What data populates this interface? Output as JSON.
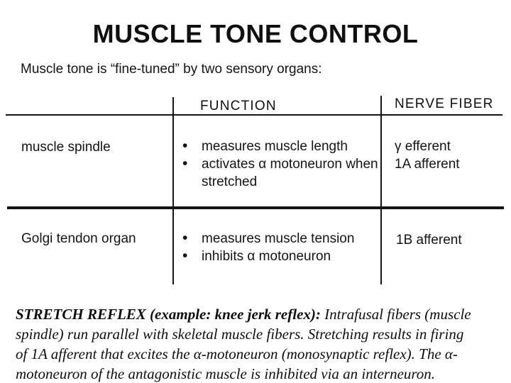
{
  "page": {
    "title": "MUSCLE TONE CONTROL",
    "subtitle": "Muscle tone is “fine-tuned” by two sensory organs:"
  },
  "table": {
    "headers": {
      "function": "FUNCTION",
      "nerve_fiber": "NERVE FIBER"
    },
    "rows": [
      {
        "organ": "muscle spindle",
        "functions": [
          "measures muscle length",
          "activates α motoneuron when stretched"
        ],
        "fibers": [
          "γ efferent",
          "1A afferent"
        ]
      },
      {
        "organ": "Golgi tendon organ",
        "functions": [
          "measures muscle tension",
          "inhibits α motoneuron"
        ],
        "fibers": [
          "1B afferent"
        ]
      }
    ]
  },
  "note": {
    "lines": [
      {
        "bold": "STRETCH REFLEX (example: knee jerk reflex):",
        "rest": " Intrafusal fibers (muscle"
      },
      {
        "text": "spindle) run parallel with skeletal muscle fibers. Stretching results in firing"
      },
      {
        "text": "of 1A afferent that excites the α-motoneuron (monosynaptic reflex). The α-"
      },
      {
        "text": "motoneuron of the antagonistic muscle is inhibited via an interneuron."
      }
    ]
  },
  "colors": {
    "ink": "#141414",
    "background": "#ffffff"
  }
}
